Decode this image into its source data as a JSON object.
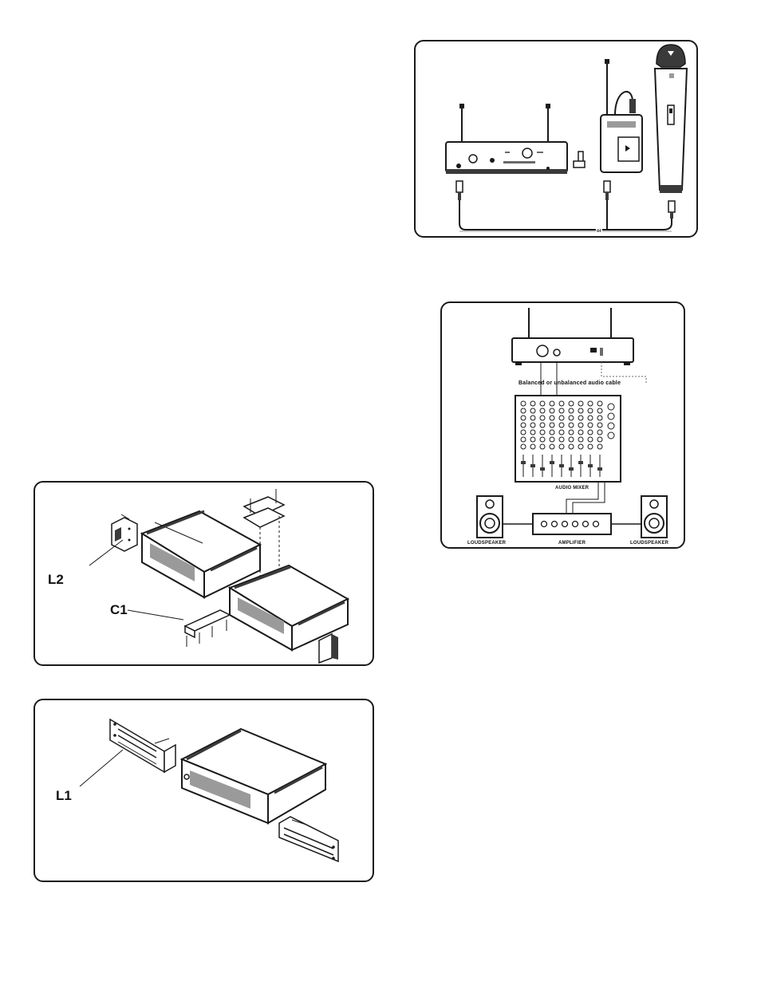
{
  "connection_panel": {
    "or_label": "or"
  },
  "mixer_panel": {
    "cable_label": "Balanced or unbalanced audio cable",
    "mixer_label": "AUDIO MIXER",
    "left_speaker_label": "LOUDSPEAKER",
    "amplifier_label": "AMPLIFIER",
    "right_speaker_label": "LOUDSPEAKER"
  },
  "dual_rack_panel": {
    "label_l2": "L2",
    "label_c1": "C1"
  },
  "single_rack_panel": {
    "label_l1": "L1"
  },
  "colors": {
    "line": "#1a1a1a",
    "shade": "#9a9a9a",
    "dark": "#3a3a3a"
  }
}
